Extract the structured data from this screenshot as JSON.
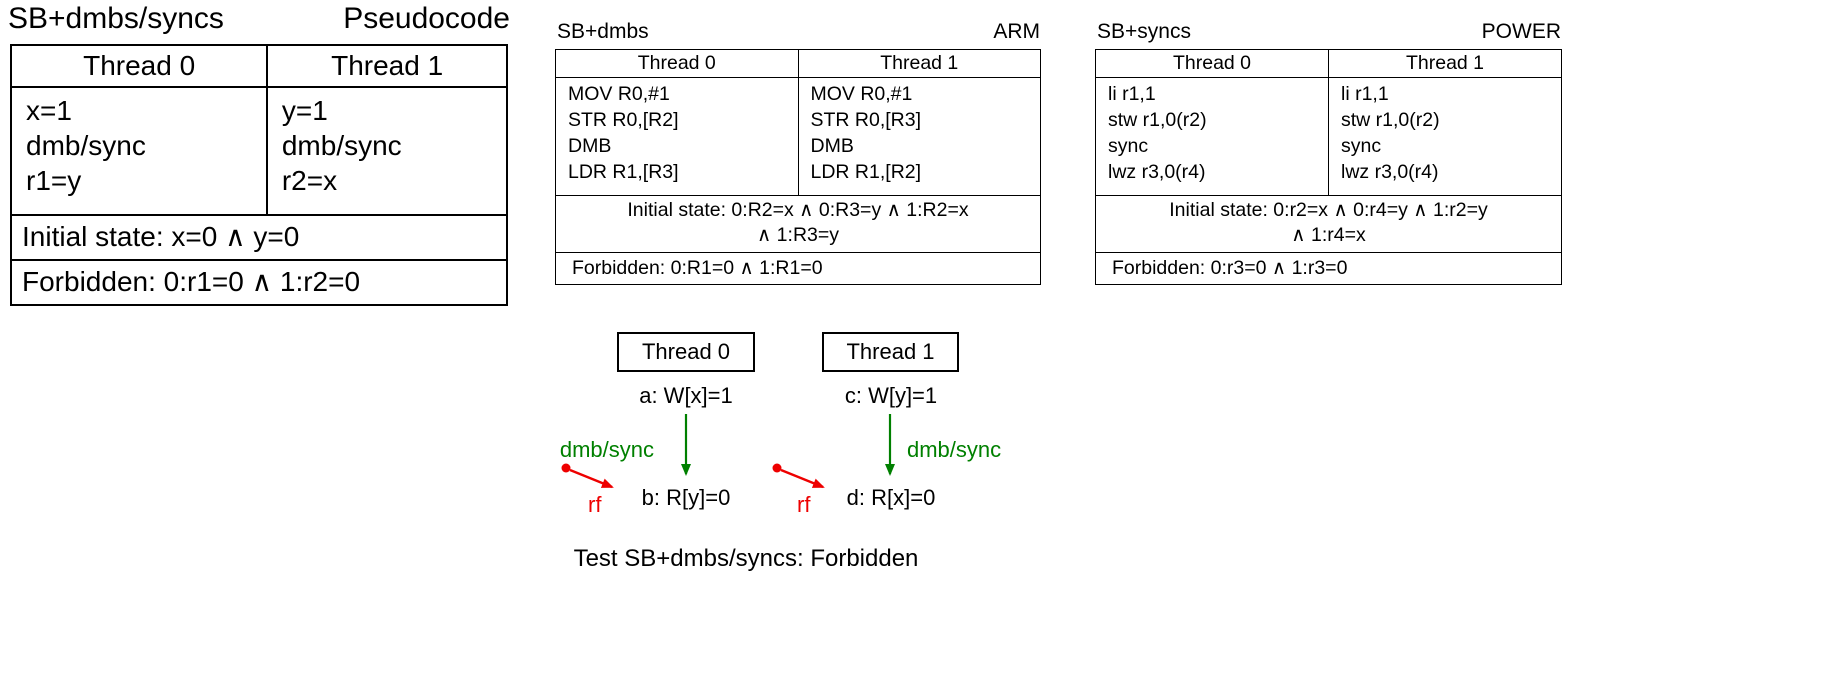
{
  "pseudocode_table": {
    "name": "SB+dmbs/syncs",
    "kind": "Pseudocode",
    "headers": [
      "Thread 0",
      "Thread 1"
    ],
    "thread0": [
      "x=1",
      "dmb/sync",
      "r1=y"
    ],
    "thread1": [
      "y=1",
      "dmb/sync",
      "r2=x"
    ],
    "initial": "Initial state: x=0 ∧ y=0",
    "forbidden": "Forbidden: 0:r1=0 ∧ 1:r2=0"
  },
  "arm_table": {
    "name": "SB+dmbs",
    "arch": "ARM",
    "headers": [
      "Thread 0",
      "Thread 1"
    ],
    "thread0": [
      "MOV R0,#1",
      "STR R0,[R2]",
      "DMB",
      "LDR R1,[R3]"
    ],
    "thread1": [
      "MOV R0,#1",
      "STR R0,[R3]",
      "DMB",
      "LDR R1,[R2]"
    ],
    "initial_line1": "Initial state: 0:R2=x ∧ 0:R3=y ∧ 1:R2=x",
    "initial_line2": "∧ 1:R3=y",
    "forbidden": "Forbidden: 0:R1=0 ∧ 1:R1=0"
  },
  "power_table": {
    "name": "SB+syncs",
    "arch": "POWER",
    "headers": [
      "Thread 0",
      "Thread 1"
    ],
    "thread0": [
      "li r1,1",
      "stw r1,0(r2)",
      "sync",
      "lwz r3,0(r4)"
    ],
    "thread1": [
      "li r1,1",
      "stw r1,0(r2)",
      "sync",
      "lwz r3,0(r4)"
    ],
    "initial_line1": "Initial state: 0:r2=x ∧ 0:r4=y ∧ 1:r2=y",
    "initial_line2": "∧ 1:r4=x",
    "forbidden": "Forbidden: 0:r3=0 ∧ 1:r3=0"
  },
  "diagram": {
    "thread0": "Thread 0",
    "thread1": "Thread 1",
    "event_a": "a: W[x]=1",
    "event_b": "b: R[y]=0",
    "event_c": "c: W[y]=1",
    "event_d": "d: R[x]=0",
    "dmb_label": "dmb/sync",
    "rf_label": "rf",
    "caption": "Test SB+dmbs/syncs: Forbidden",
    "colors": {
      "dmb_edge": "#008000",
      "rf_edge": "#ee0000"
    }
  }
}
